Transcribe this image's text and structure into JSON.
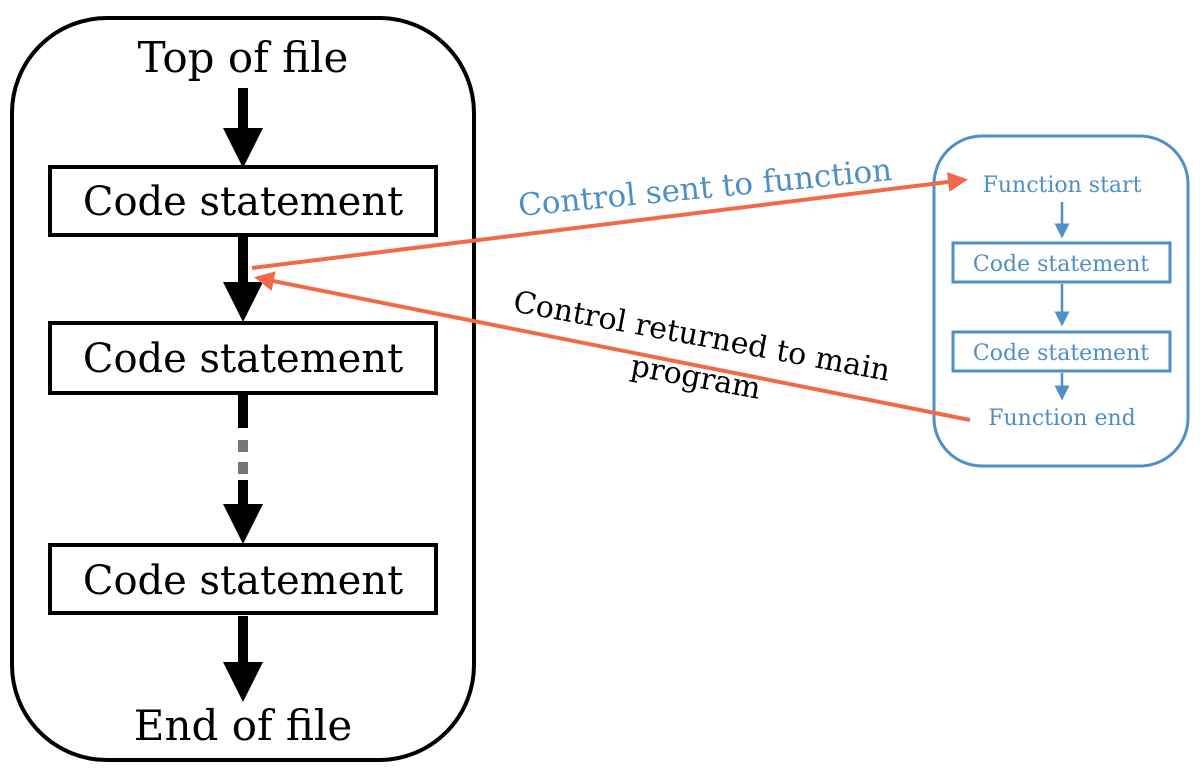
{
  "main_program": {
    "top_label": "Top of file",
    "statements": [
      "Code statement",
      "Code statement",
      "Code statement"
    ],
    "end_label": "End of file"
  },
  "function": {
    "start_label": "Function start",
    "statements": [
      "Code statement",
      "Code statement"
    ],
    "end_label": "Function end"
  },
  "arrows": {
    "sent_label": "Control sent to function",
    "returned_label_line1": "Control returned to main",
    "returned_label_line2": "program"
  },
  "colors": {
    "main": "#000000",
    "function": "#4f8fc5",
    "control_arrow": "#f06a4a",
    "dots": "#777777",
    "sent_label": "#4f8fc5",
    "returned_label": "#000000"
  }
}
